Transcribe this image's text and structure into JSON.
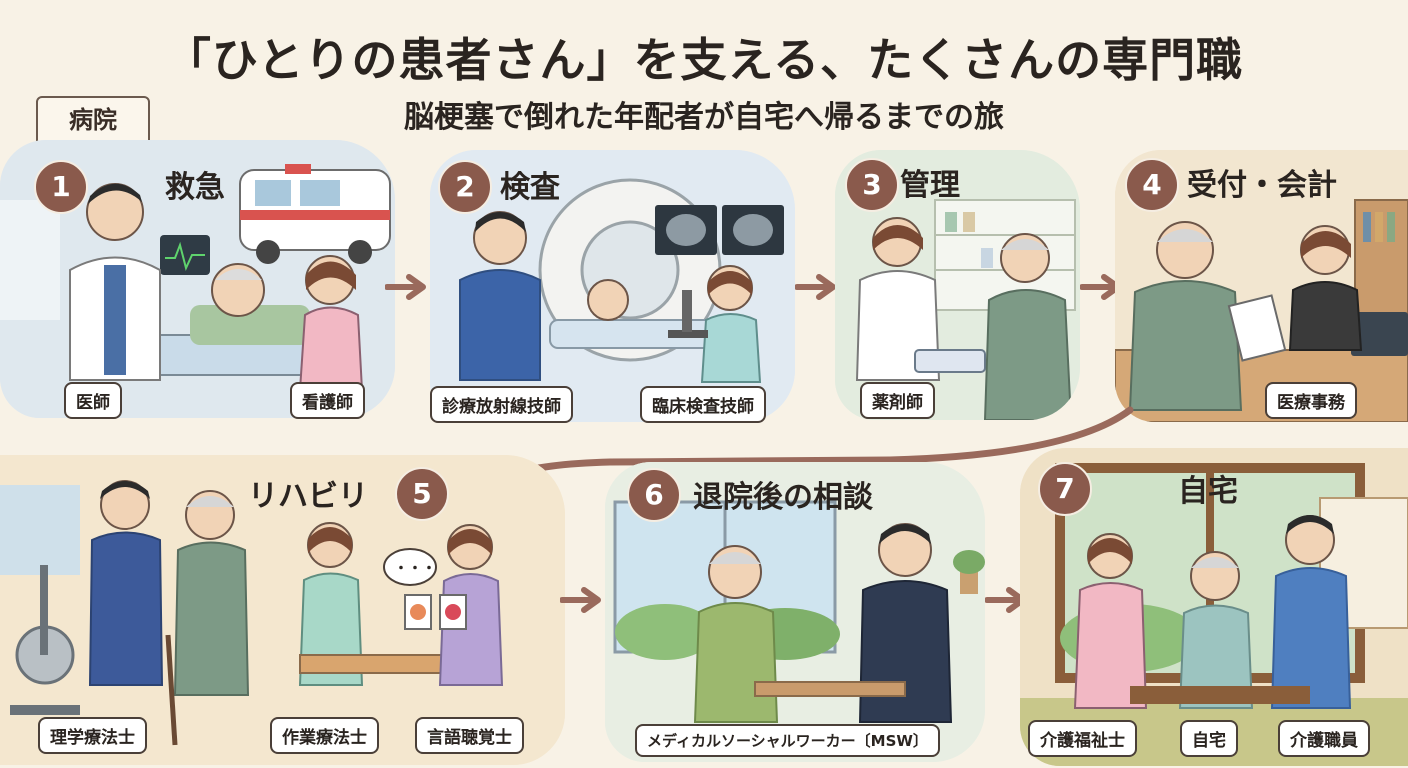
{
  "title": "「ひとりの患者さん」を支える、たくさんの専門職",
  "subtitle": "脳梗塞で倒れた年配者が自宅へ帰るまでの旅",
  "hospital_tag": "病院",
  "scenes": [
    {
      "number": "1",
      "title": "救急",
      "labels": [
        "医師",
        "看護師"
      ]
    },
    {
      "number": "2",
      "title": "検査",
      "labels": [
        "診療放射線技師",
        "臨床検査技師"
      ]
    },
    {
      "number": "3",
      "title": "管理",
      "labels": [
        "薬剤師"
      ]
    },
    {
      "number": "4",
      "title": "受付・会計",
      "labels": [
        "医療事務"
      ]
    },
    {
      "number": "5",
      "title": "リハビリ",
      "labels": [
        "理学療法士",
        "作業療法士",
        "言語聴覚士"
      ]
    },
    {
      "number": "6",
      "title": "退院後の相談",
      "labels": [
        "メディカルソーシャルワーカー〔MSW〕"
      ]
    },
    {
      "number": "7",
      "title": "自宅",
      "labels": [
        "介護福祉士",
        "自宅",
        "介護職員"
      ]
    }
  ],
  "speech_bubble": "・・・",
  "colors": {
    "accent": "#8a5a4c",
    "arrow": "#9a6a5c",
    "background": "#f8f2e6"
  }
}
